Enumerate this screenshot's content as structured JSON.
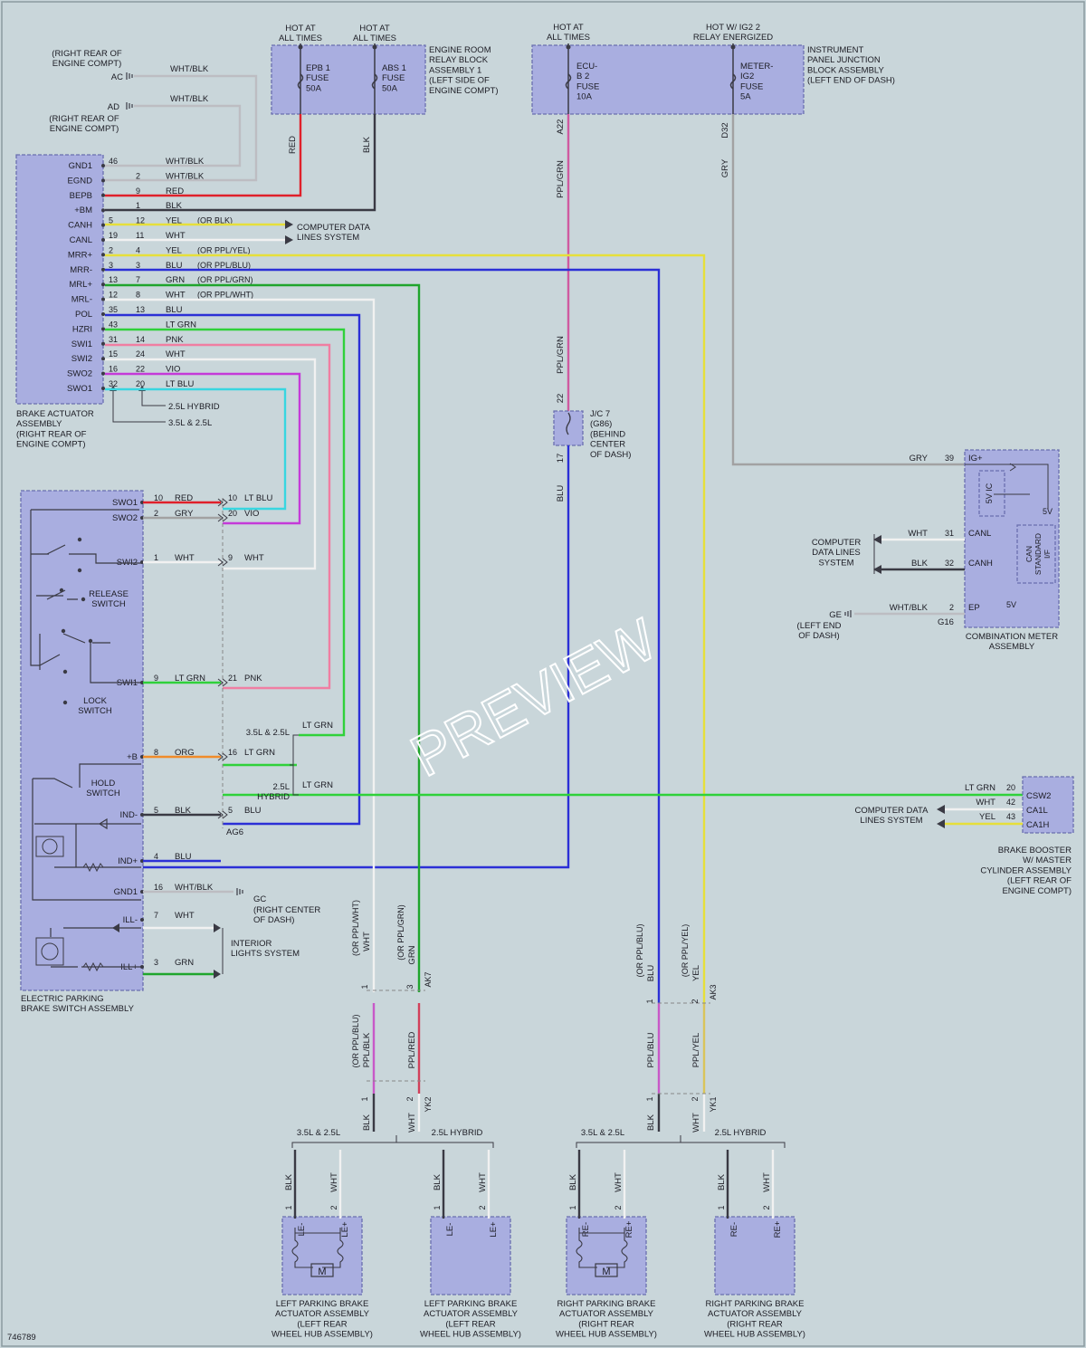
{
  "colors": {
    "bg": "#c9d6da",
    "box": "#a9aee0",
    "boxStroke": "#6a6fae",
    "text": "#1c1c24",
    "RED": "#e0202a",
    "BLK": "#3a3a44",
    "YEL": "#e6df3a",
    "WHT": "#f1f1f1",
    "BLU": "#2b2fd6",
    "GRN": "#1fa52c",
    "LTGRN": "#2fd13a",
    "PNK": "#f07ea2",
    "VIO": "#c43ad8",
    "LTBLU": "#38d6e0",
    "ORG": "#f08b2a",
    "GRY": "#a2a2a2",
    "PPLGRN": "#cf5aa0",
    "PPL": "#c858c8",
    "PPLRED": "#d2405a",
    "PPLYEL": "#d9c45a",
    "WHTBLK": "#bdbdc2"
  },
  "fuse_top": {
    "hot1": "HOT AT\nALL TIMES",
    "hot2": "HOT AT\nALL TIMES",
    "hot3": "HOT AT\nALL TIMES",
    "hot4": "HOT W/ IG2 2\nRELAY ENERGIZED",
    "epb": "EPB 1\nFUSE\n50A",
    "abs": "ABS 1\nFUSE\n50A",
    "ecu": "ECU-\nB 2\nFUSE\n10A",
    "meter": "METER-\nIG2\nFUSE\n5A",
    "relay_block": "ENGINE ROOM\nRELAY BLOCK\nASSEMBLY 1\n(LEFT SIDE OF\nENGINE COMPT)",
    "jb": "INSTRUMENT\nPANEL JUNCTION\nBLOCK ASSEMBLY\n(LEFT END OF DASH)"
  },
  "grounds": {
    "ac_loc": "(RIGHT REAR OF\nENGINE COMPT)",
    "ac": "AC",
    "ad": "AD",
    "ad_loc": "(RIGHT REAR OF\nENGINE COMPT)",
    "wb": "WHT/BLK"
  },
  "actuator": {
    "pins": [
      "GND1",
      "EGND",
      "BEPB",
      "+BM",
      "CANH",
      "CANL",
      "MRR+",
      "MRR-",
      "MRL+",
      "MRL-",
      "POL",
      "HZRI",
      "SWI1",
      "SWI2",
      "SWO2",
      "SWO1"
    ],
    "name": "BRAKE ACTUATOR\nASSEMBLY\n(RIGHT REAR OF\nENGINE COMPT)",
    "rows": [
      [
        "46",
        "",
        "WHT/BLK",
        ""
      ],
      [
        "",
        "2",
        "WHT/BLK",
        ""
      ],
      [
        "",
        "9",
        "RED",
        ""
      ],
      [
        "",
        "1",
        "BLK",
        ""
      ],
      [
        "5",
        "12",
        "YEL",
        "(OR BLK)"
      ],
      [
        "19",
        "11",
        "WHT",
        ""
      ],
      [
        "2",
        "4",
        "YEL",
        "(OR PPL/YEL)"
      ],
      [
        "3",
        "3",
        "BLU",
        "(OR PPL/BLU)"
      ],
      [
        "13",
        "7",
        "GRN",
        "(OR PPL/GRN)"
      ],
      [
        "12",
        "8",
        "WHT",
        "(OR PPL/WHT)"
      ],
      [
        "35",
        "13",
        "BLU",
        ""
      ],
      [
        "43",
        "",
        "LT GRN",
        ""
      ],
      [
        "31",
        "14",
        "PNK",
        ""
      ],
      [
        "15",
        "24",
        "WHT",
        ""
      ],
      [
        "16",
        "22",
        "VIO",
        ""
      ],
      [
        "32",
        "20",
        "LT BLU",
        ""
      ]
    ],
    "legend_hybrid": "2.5L HYBRID",
    "legend_other": "3.5L & 2.5L",
    "cdl": "COMPUTER DATA\nLINES SYSTEM"
  },
  "jc": {
    "a22": "A22",
    "d32": "D32",
    "ppl_grn": "PPL/GRN",
    "gry": "GRY",
    "p22": "22",
    "p17": "17",
    "name": "J/C 7\n(G86)\n(BEHIND\nCENTER\nOF DASH)",
    "blu": "BLU"
  },
  "switch": {
    "name": "ELECTRIC PARKING\nBRAKE SWITCH ASSEMBLY",
    "release": "RELEASE\nSWITCH",
    "lock": "LOCK\nSWITCH",
    "hold": "HOLD\nSWITCH",
    "pins": [
      "SWO1",
      "SWO2",
      "SWI2",
      "SWI1",
      "+B",
      "IND-",
      "IND+",
      "GND1",
      "ILL-",
      "ILL+"
    ],
    "rows": [
      [
        "10",
        "RED",
        "10",
        "LT BLU"
      ],
      [
        "2",
        "GRY",
        "20",
        "VIO"
      ],
      [
        "1",
        "WHT",
        "9",
        "WHT"
      ],
      [
        "9",
        "LT GRN",
        "21",
        "PNK"
      ],
      [
        "8",
        "ORG",
        "16",
        "LT GRN"
      ],
      [
        "5",
        "BLK",
        "5",
        "BLU"
      ],
      [
        "4",
        "BLU",
        "",
        ""
      ],
      [
        "16",
        "WHT/BLK",
        "",
        ""
      ],
      [
        "7",
        "WHT",
        "",
        ""
      ],
      [
        "3",
        "GRN",
        "",
        ""
      ]
    ],
    "ag6": "AG6",
    "v35": "3.5L & 2.5L",
    "v25": "2.5L\nHYBRID",
    "ltgrn": "LT GRN",
    "gc": "GC",
    "gc_loc": "(RIGHT CENTER\nOF DASH)",
    "interior": "INTERIOR\nLIGHTS SYSTEM"
  },
  "meter": {
    "name": "COMBINATION METER\nASSEMBLY",
    "pins": [
      "IG+",
      "CANL",
      "CANH",
      "EP"
    ],
    "rows": [
      [
        "GRY",
        "39"
      ],
      [
        "WHT",
        "31"
      ],
      [
        "BLK",
        "32"
      ],
      [
        "WHT/BLK",
        "2"
      ]
    ],
    "ic": "5V IC",
    "can": "CAN\nSTANDARD\nI/F",
    "v5a": "5V",
    "v5b": "5V",
    "cdl": "COMPUTER\nDATA LINES\nSYSTEM",
    "ge": "GE",
    "ge_loc": "(LEFT END\nOF DASH)",
    "g16": "G16"
  },
  "booster": {
    "name": "BRAKE BOOSTER\nW/ MASTER\nCYLINDER ASSEMBLY\n(LEFT REAR OF\nENGINE COMPT)",
    "pins": [
      "CSW2",
      "CA1L",
      "CA1H"
    ],
    "rows": [
      [
        "LT GRN",
        "20"
      ],
      [
        "WHT",
        "42"
      ],
      [
        "YEL",
        "43"
      ]
    ],
    "cdl": "COMPUTER DATA\nLINES SYSTEM"
  },
  "connectors": {
    "ak7": "AK7",
    "ak3": "AK3",
    "yk2": "YK2",
    "yk1": "YK1",
    "l_up": [
      [
        "1",
        "WHT",
        "(OR PPL/WHT)"
      ],
      [
        "3",
        "GRN",
        "(OR PPL/GRN)"
      ]
    ],
    "r_up": [
      [
        "1",
        "BLU",
        "(OR PPL/BLU)"
      ],
      [
        "2",
        "YEL",
        "(OR PPL/YEL)"
      ]
    ],
    "l_mid": [
      [
        "PPL/BLK",
        "(OR PPL/BLU)"
      ],
      [
        "PPL/RED",
        ""
      ]
    ],
    "r_mid": [
      [
        "PPL/BLU",
        ""
      ],
      [
        "PPL/YEL",
        ""
      ]
    ],
    "low": [
      [
        "1",
        "BLK"
      ],
      [
        "2",
        "WHT"
      ]
    ],
    "v35": "3.5L & 2.5L",
    "v25": "2.5L HYBRID"
  },
  "actuators_bottom": [
    {
      "name": "LEFT PARKING BRAKE\nACTUATOR ASSEMBLY\n(LEFT REAR\nWHEEL HUB ASSEMBLY)",
      "pins": [
        "LE-",
        "LE+"
      ],
      "motor": "M"
    },
    {
      "name": "LEFT PARKING BRAKE\nACTUATOR ASSEMBLY\n(LEFT REAR\nWHEEL HUB ASSEMBLY)",
      "pins": [
        "LE-",
        "LE+"
      ],
      "motor": ""
    },
    {
      "name": "RIGHT PARKING BRAKE\nACTUATOR ASSEMBLY\n(RIGHT REAR\nWHEEL HUB ASSEMBLY)",
      "pins": [
        "RE-",
        "RE+"
      ],
      "motor": "M"
    },
    {
      "name": "RIGHT PARKING BRAKE\nACTUATOR ASSEMBLY\n(RIGHT REAR\nWHEEL HUB ASSEMBLY)",
      "pins": [
        "RE-",
        "RE+"
      ],
      "motor": ""
    }
  ],
  "footer": {
    "id": "746789",
    "watermark": "PREVIEW"
  }
}
